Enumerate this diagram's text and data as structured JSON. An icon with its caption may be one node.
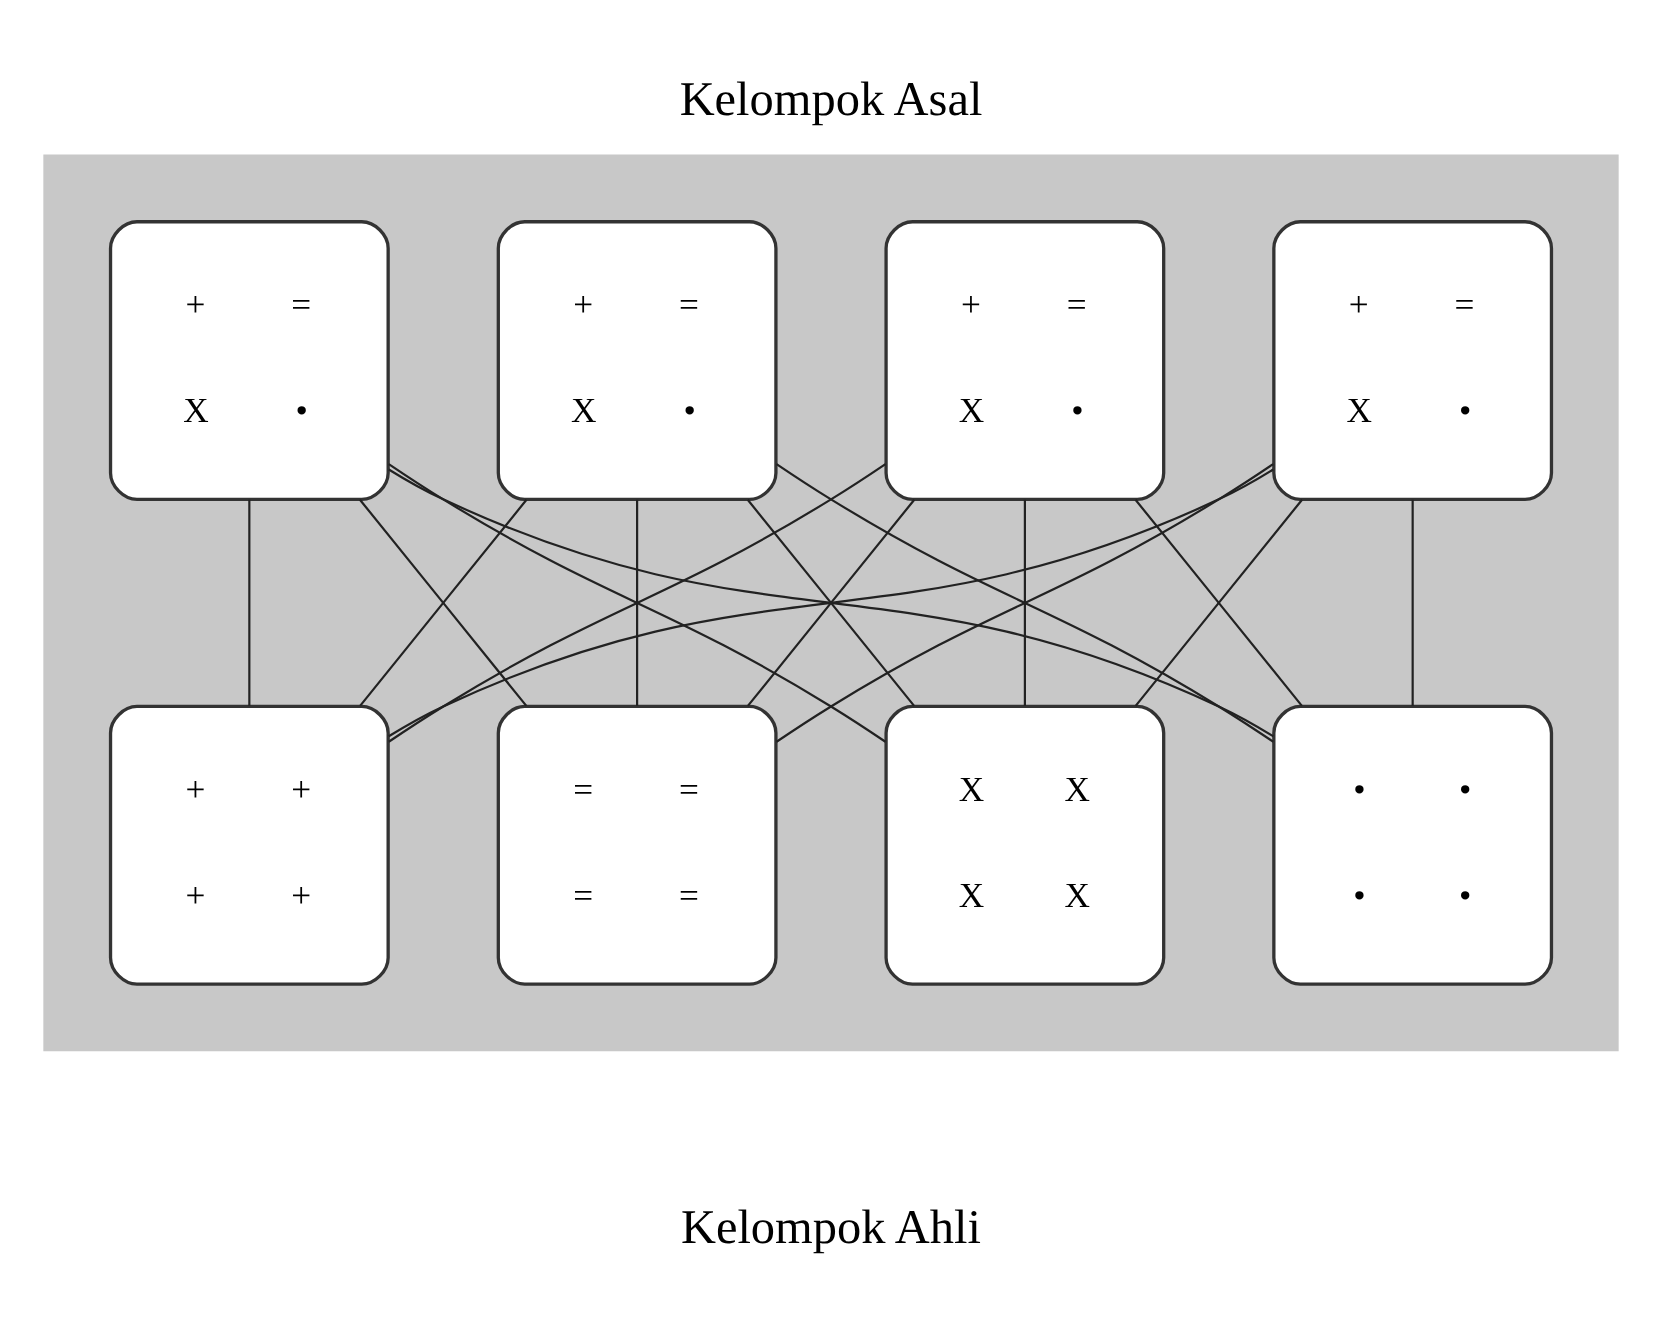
{
  "diagram": {
    "title": "Kelompok Asal",
    "caption": "Kelompok Ahli",
    "nodes": [
      {
        "text": [],
        "shape": "box"
      },
      {
        "text": [
          "+",
          "=",
          "X",
          "•"
        ],
        "in": 0
      },
      {
        "text": [
          "+",
          "=",
          "X",
          "•"
        ],
        "in": 0
      },
      {
        "text": [
          "+",
          "=",
          "X",
          "•"
        ],
        "in": 0
      },
      {
        "text": [
          "+",
          "=",
          "X",
          "•"
        ],
        "in": 0
      },
      {
        "text": [
          "+",
          "+",
          "+",
          "+"
        ],
        "in": 0
      },
      {
        "text": [
          "=",
          "=",
          "=",
          "="
        ],
        "in": 0
      },
      {
        "text": [
          "X",
          "X",
          "X",
          "X"
        ],
        "in": 0
      },
      {
        "text": [
          "•",
          "•",
          "•",
          "•"
        ],
        "in": 0
      }
    ],
    "edges": [
      {
        "from": 1,
        "to": 5,
        "arrow": "none"
      },
      {
        "from": 1,
        "to": 6,
        "arrow": "none"
      },
      {
        "from": 1,
        "to": 7,
        "arrow": "none"
      },
      {
        "from": 1,
        "to": 8,
        "arrow": "none"
      },
      {
        "from": 2,
        "to": 5,
        "arrow": "none"
      },
      {
        "from": 2,
        "to": 6,
        "arrow": "none"
      },
      {
        "from": 2,
        "to": 7,
        "arrow": "none"
      },
      {
        "from": 2,
        "to": 8,
        "arrow": "none"
      },
      {
        "from": 3,
        "to": 5,
        "arrow": "none"
      },
      {
        "from": 3,
        "to": 6,
        "arrow": "none"
      },
      {
        "from": 3,
        "to": 7,
        "arrow": "none"
      },
      {
        "from": 3,
        "to": 8,
        "arrow": "none"
      },
      {
        "from": 4,
        "to": 5,
        "arrow": "none"
      },
      {
        "from": 4,
        "to": 6,
        "arrow": "none"
      },
      {
        "from": 4,
        "to": 7,
        "arrow": "none"
      },
      {
        "from": 4,
        "to": 8,
        "arrow": "none"
      }
    ]
  }
}
